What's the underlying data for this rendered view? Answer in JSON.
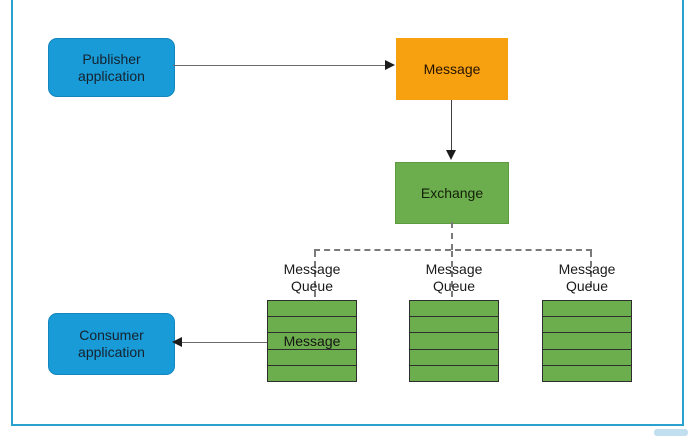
{
  "frame": {
    "border_color": "#2aa2cf"
  },
  "nodes": {
    "publisher": {
      "label": "Publisher application",
      "fill": "#189bd7"
    },
    "message": {
      "label": "Message",
      "fill": "#f7a111"
    },
    "exchange": {
      "label": "Exchange",
      "fill": "#6cad4d"
    },
    "consumer": {
      "label": "Consumer application",
      "fill": "#189bd7"
    }
  },
  "queues": [
    {
      "label": "Message Queue",
      "rows": 5,
      "message_label": "Message"
    },
    {
      "label": "Message Queue",
      "rows": 5,
      "message_label": ""
    },
    {
      "label": "Message Queue",
      "rows": 5,
      "message_label": ""
    }
  ],
  "colors": {
    "queue_fill": "#6cad4d",
    "solid_line": "#3f3f3f",
    "dashed_line": "#7a7a7a",
    "arrowhead": "#1c1c1c",
    "text_dark": "#1a1a1a"
  }
}
